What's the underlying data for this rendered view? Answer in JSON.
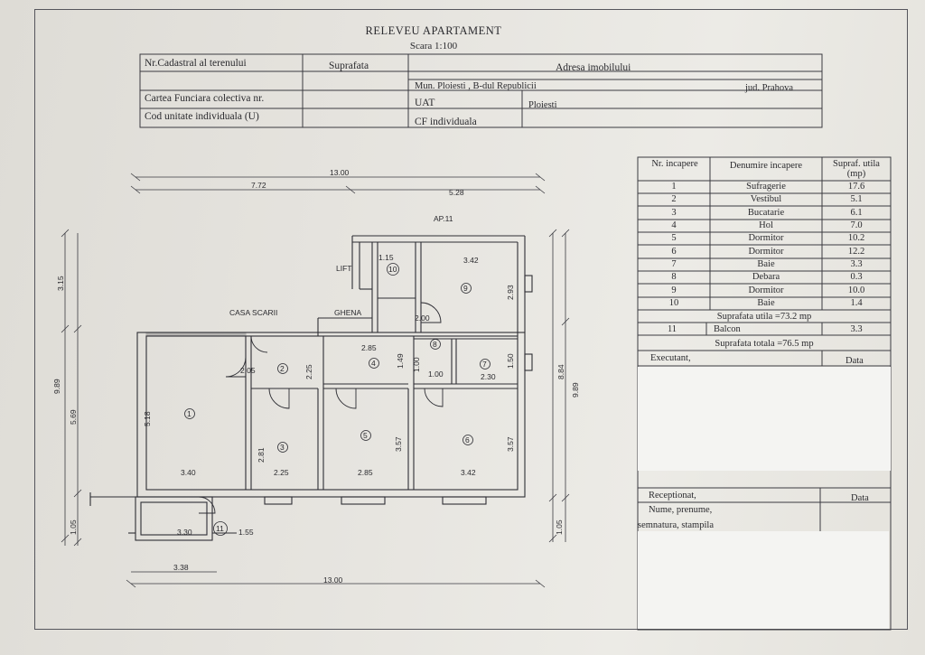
{
  "title": "RELEVEU APARTAMENT",
  "scale": "Scara 1:100",
  "header_table": {
    "nr_cadastral": "Nr.Cadastral al terenului",
    "suprafata": "Suprafata",
    "adresa_label": "Adresa imobilului",
    "adresa": "Mun. Ploiesti , B-dul Republicii",
    "judet": "jud. Prahova",
    "carte_funciara": "Cartea Funciara colectiva nr.",
    "uat_label": "UAT",
    "uat_value": "Ploiesti",
    "cod_unitate": "Cod unitate individuala (U)",
    "cf_individuala": "CF individuala"
  },
  "rooms_table": {
    "headers": [
      "Nr. incapere",
      "Denumire incapere",
      "Supraf. utila (mp)"
    ],
    "rows": [
      {
        "nr": "1",
        "name": "Sufragerie",
        "area": "17.6"
      },
      {
        "nr": "2",
        "name": "Vestibul",
        "area": "5.1"
      },
      {
        "nr": "3",
        "name": "Bucatarie",
        "area": "6.1"
      },
      {
        "nr": "4",
        "name": "Hol",
        "area": "7.0"
      },
      {
        "nr": "5",
        "name": "Dormitor",
        "area": "10.2"
      },
      {
        "nr": "6",
        "name": "Dormitor",
        "area": "12.2"
      },
      {
        "nr": "7",
        "name": "Baie",
        "area": "3.3"
      },
      {
        "nr": "8",
        "name": "Debara",
        "area": "0.3"
      },
      {
        "nr": "9",
        "name": "Dormitor",
        "area": "10.0"
      },
      {
        "nr": "10",
        "name": "Baie",
        "area": "1.4"
      }
    ],
    "suprafata_utila": "Suprafata utila =73.2 mp",
    "balcon": {
      "nr": "11",
      "name": "Balcon",
      "area": "3.3"
    },
    "suprafata_totala": "Suprafata totala =76.5 mp"
  },
  "signature_block": {
    "executant": "Executant,",
    "data1": "Data",
    "receptionat": "Receptionat,",
    "data2": "Data",
    "nume": "Nume, prenume,",
    "semnatura": "semnatura, stampila"
  },
  "plan": {
    "labels": {
      "ap": "AP.11",
      "lift": "LIFT",
      "casa_scarii": "CASA SCARII",
      "ghena": "GHENA"
    },
    "dims_top": [
      "13.00",
      "7.72",
      "5.28"
    ],
    "dims_bottom": [
      "13.00",
      "3.38",
      "3.30",
      "1.55"
    ],
    "dims_left": [
      "3.15",
      "9.89",
      "5.69",
      "1.05"
    ],
    "dims_right": [
      "9.89",
      "8.84",
      "1.05"
    ],
    "dims_rooms": [
      "3.40",
      "2.25",
      "2.85",
      "3.42",
      "3.42",
      "2.85",
      "2.30",
      "5.18",
      "3.57",
      "3.57",
      "2.93",
      "2.81",
      "2.25",
      "1.49",
      "1.50",
      "1.15",
      "1.00",
      "1.00",
      "2.05",
      "2.00"
    ],
    "room_numbers": [
      "1",
      "2",
      "3",
      "4",
      "5",
      "6",
      "7",
      "8",
      "9",
      "10",
      "11"
    ]
  }
}
